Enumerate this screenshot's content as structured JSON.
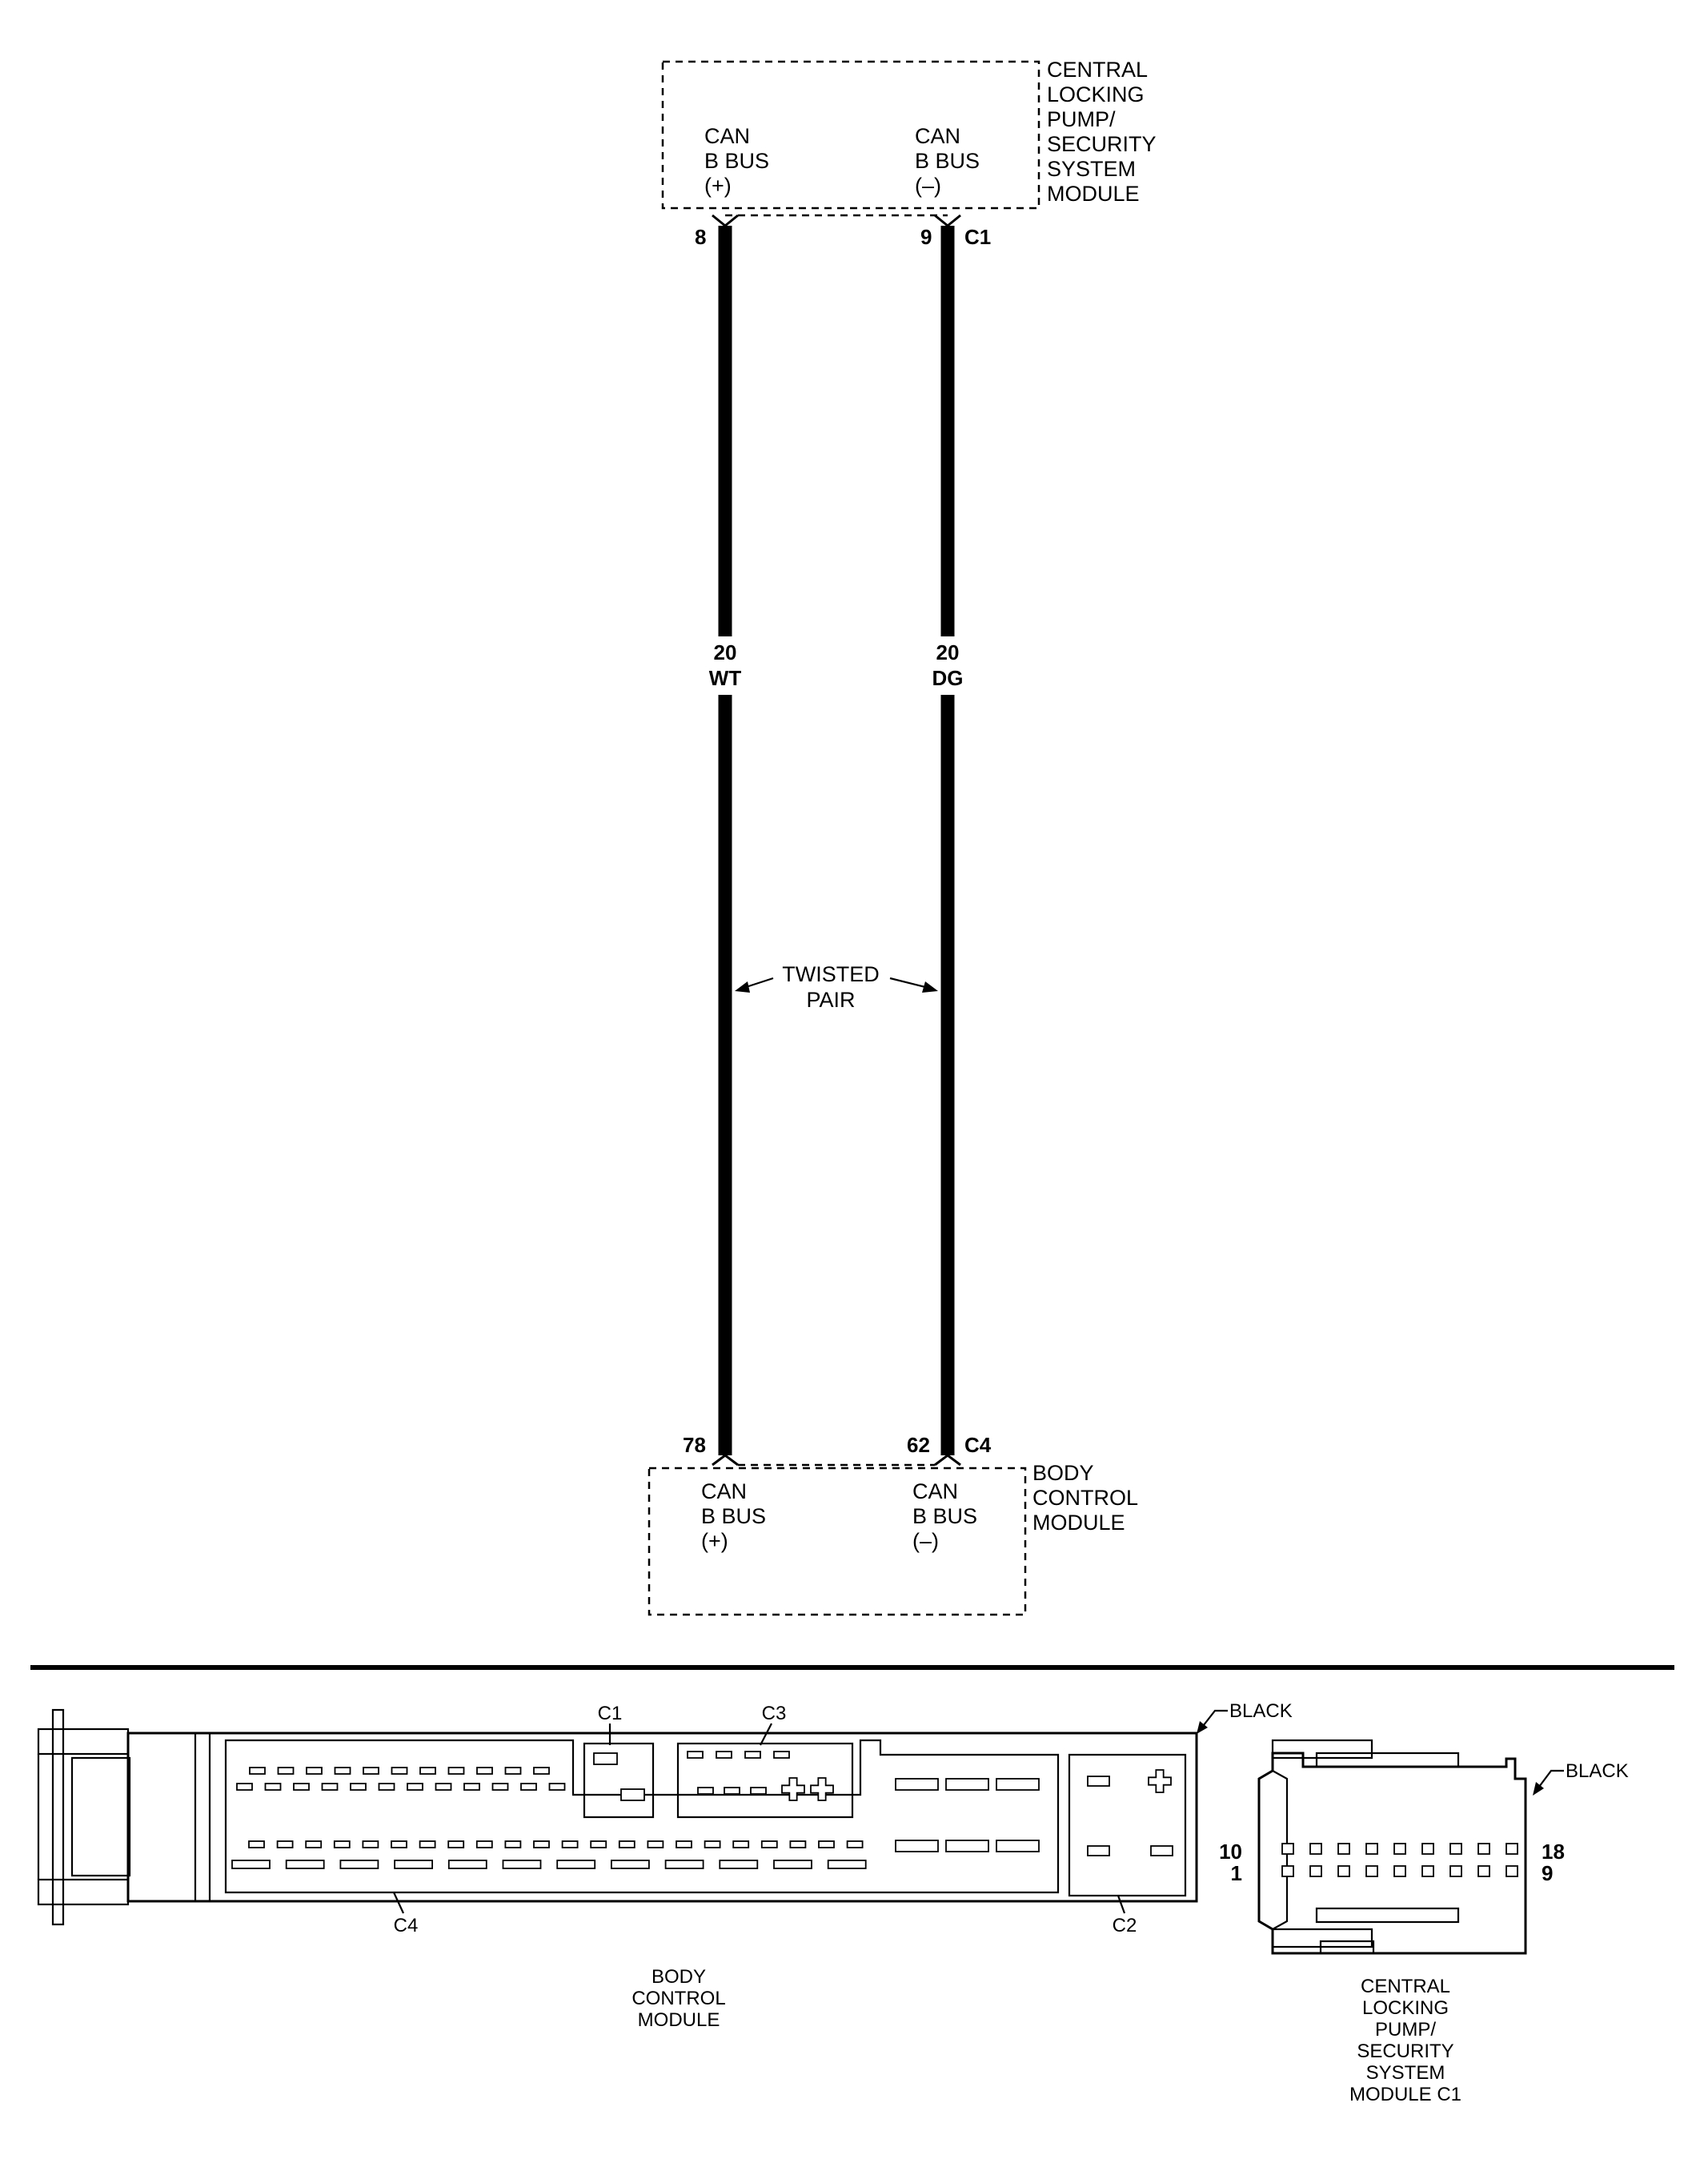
{
  "top_module": {
    "name_lines": [
      "CENTRAL",
      "LOCKING",
      "PUMP/",
      "SECURITY",
      "SYSTEM",
      "MODULE"
    ],
    "left_label_lines": [
      "CAN",
      "B BUS",
      "(+)"
    ],
    "right_label_lines": [
      "CAN",
      "B BUS",
      "(–)"
    ],
    "left_pin": "8",
    "right_pin": "9",
    "connector": "C1"
  },
  "bottom_module": {
    "name_lines": [
      "BODY",
      "CONTROL",
      "MODULE"
    ],
    "left_label_lines": [
      "CAN",
      "B BUS",
      "(+)"
    ],
    "right_label_lines": [
      "CAN",
      "B BUS",
      "(–)"
    ],
    "left_pin": "78",
    "right_pin": "62",
    "connector": "C4"
  },
  "wires": [
    {
      "gauge": "20",
      "color_code": "WT"
    },
    {
      "gauge": "20",
      "color_code": "DG"
    }
  ],
  "twisted_pair_lines": [
    "TWISTED",
    "PAIR"
  ],
  "bcm_view": {
    "color": "BLACK",
    "connectors": [
      "C1",
      "C3",
      "C4",
      "C2"
    ],
    "caption_lines": [
      "BODY",
      "CONTROL",
      "MODULE"
    ]
  },
  "security_connector_view": {
    "color": "BLACK",
    "pins": {
      "top_left": "10",
      "bottom_left": "1",
      "top_right": "18",
      "bottom_right": "9"
    },
    "caption_lines": [
      "CENTRAL",
      "LOCKING",
      "PUMP/",
      "SECURITY",
      "SYSTEM",
      "MODULE C1"
    ]
  }
}
